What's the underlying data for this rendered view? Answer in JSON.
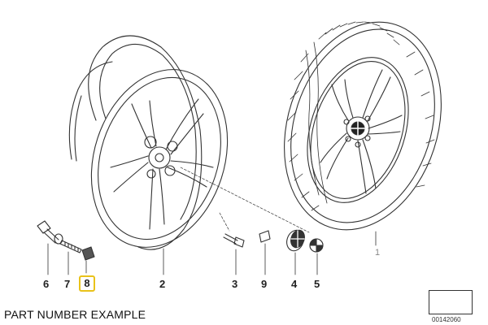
{
  "labels": {
    "part_1": "1",
    "part_2": "2",
    "part_3": "3",
    "part_4": "4",
    "part_5": "5",
    "part_6": "6",
    "part_7": "7",
    "part_8": "8",
    "part_9": "9"
  },
  "highlighted_part": "8",
  "highlight_color": "#e9c21a",
  "caption": "PART NUMBER EXAMPLE",
  "catalog_code": "00142060",
  "icons": {
    "catalog": "arrow-icon",
    "logo": "bmw-roundel"
  }
}
